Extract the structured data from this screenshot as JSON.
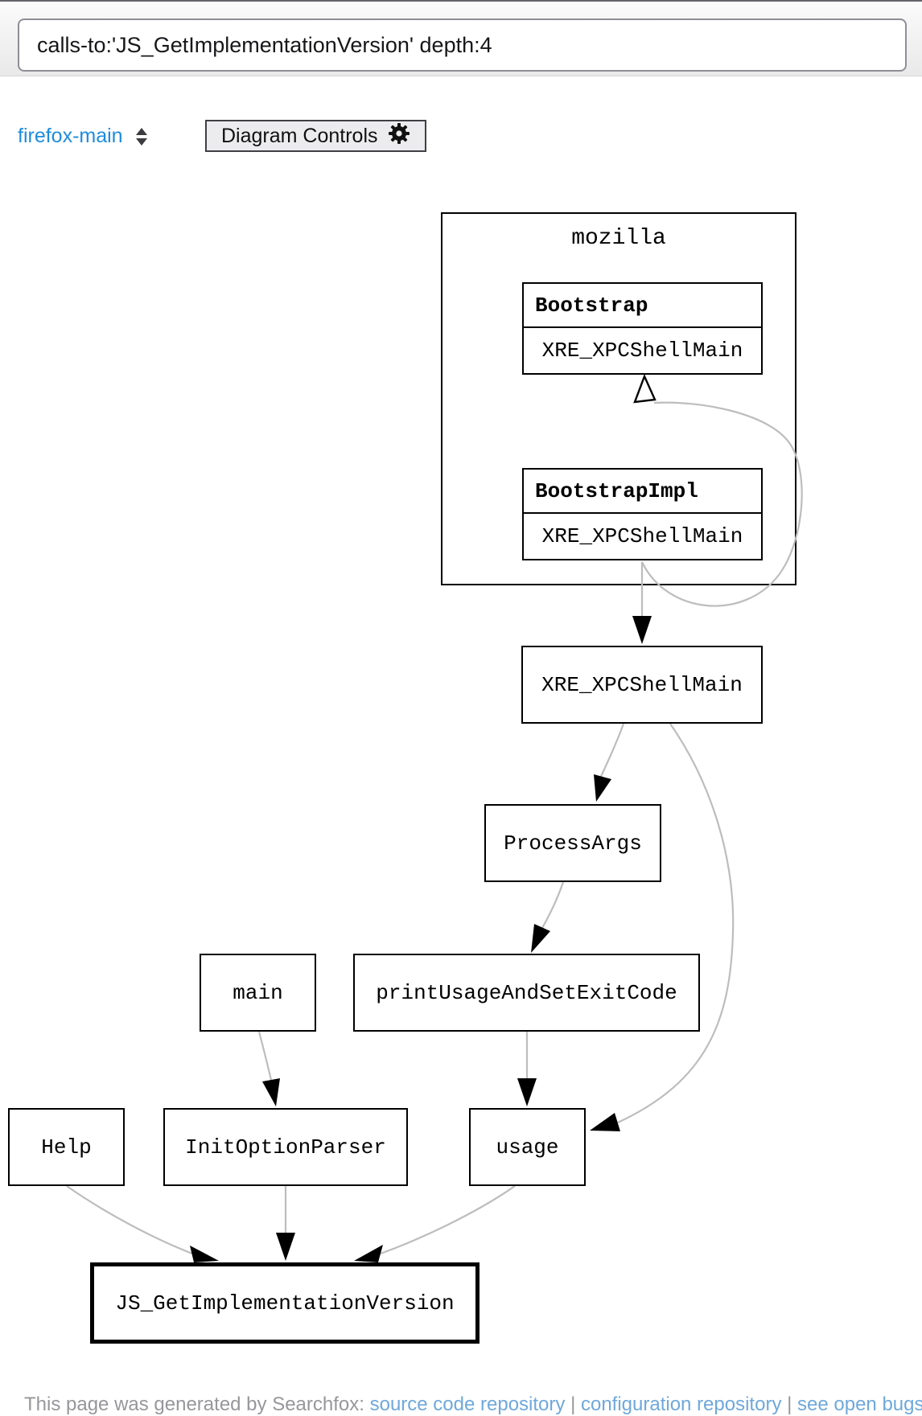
{
  "search": {
    "query": "calls-to:'JS_GetImplementationVersion' depth:4"
  },
  "toolbar": {
    "tree_selector_value": "firefox-main",
    "diagram_controls_label": "Diagram Controls"
  },
  "diagram": {
    "cluster_label": "mozilla",
    "nodes": {
      "bootstrap_class": "Bootstrap",
      "bootstrap_method": "XRE_XPCShellMain",
      "bootstrapimpl_class": "BootstrapImpl",
      "bootstrapimpl_method": "XRE_XPCShellMain",
      "xre_xpcshellmain": "XRE_XPCShellMain",
      "process_args": "ProcessArgs",
      "main": "main",
      "print_usage": "printUsageAndSetExitCode",
      "help": "Help",
      "init_option_parser": "InitOptionParser",
      "usage": "usage",
      "js_get_implementation_version": "JS_GetImplementationVersion"
    },
    "edges": [
      {
        "from": "BootstrapImpl::XRE_XPCShellMain",
        "to": "Bootstrap::XRE_XPCShellMain",
        "arrowhead": "hollow"
      },
      {
        "from": "BootstrapImpl::XRE_XPCShellMain",
        "to": "XRE_XPCShellMain",
        "arrowhead": "solid"
      },
      {
        "from": "XRE_XPCShellMain",
        "to": "ProcessArgs",
        "arrowhead": "solid"
      },
      {
        "from": "XRE_XPCShellMain",
        "to": "usage",
        "arrowhead": "solid"
      },
      {
        "from": "ProcessArgs",
        "to": "printUsageAndSetExitCode",
        "arrowhead": "solid"
      },
      {
        "from": "main",
        "to": "InitOptionParser",
        "arrowhead": "solid"
      },
      {
        "from": "printUsageAndSetExitCode",
        "to": "usage",
        "arrowhead": "solid"
      },
      {
        "from": "Help",
        "to": "JS_GetImplementationVersion",
        "arrowhead": "solid"
      },
      {
        "from": "InitOptionParser",
        "to": "JS_GetImplementationVersion",
        "arrowhead": "solid"
      },
      {
        "from": "usage",
        "to": "JS_GetImplementationVersion",
        "arrowhead": "solid"
      }
    ],
    "colors": {
      "edge": "#bdbdbd",
      "node_border": "#000000",
      "accent_link": "#1d8ce0"
    }
  },
  "footer": {
    "prefix": "This page was generated by Searchfox:",
    "link_source": "source code repository",
    "separator": "|",
    "link_config": "configuration repository",
    "link_bugs": "see open bugs"
  }
}
